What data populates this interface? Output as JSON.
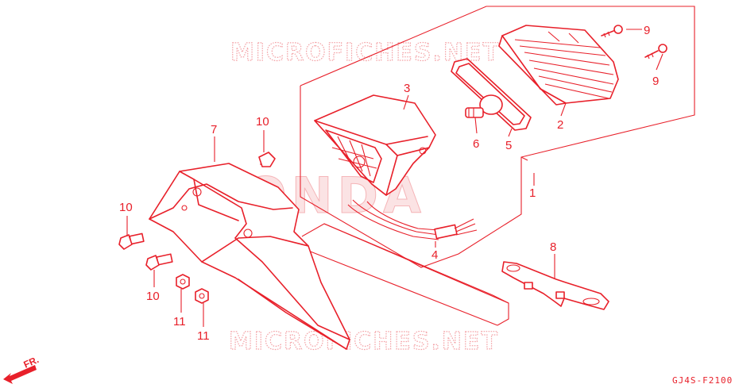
{
  "watermarks": {
    "top": "MICROFICHES.NET",
    "bottom": "MICROFICHES.NET",
    "center": "HONDA"
  },
  "diagram_code": "GJ4S-F2100",
  "direction_label": "FR.",
  "callouts": [
    "9",
    "9",
    "3",
    "2",
    "6",
    "5",
    "10",
    "7",
    "1",
    "10",
    "4",
    "8",
    "10",
    "11",
    "11"
  ],
  "colors": {
    "line": "#e8202a",
    "watermark": "#f3a0a4",
    "background": "#ffffff"
  }
}
